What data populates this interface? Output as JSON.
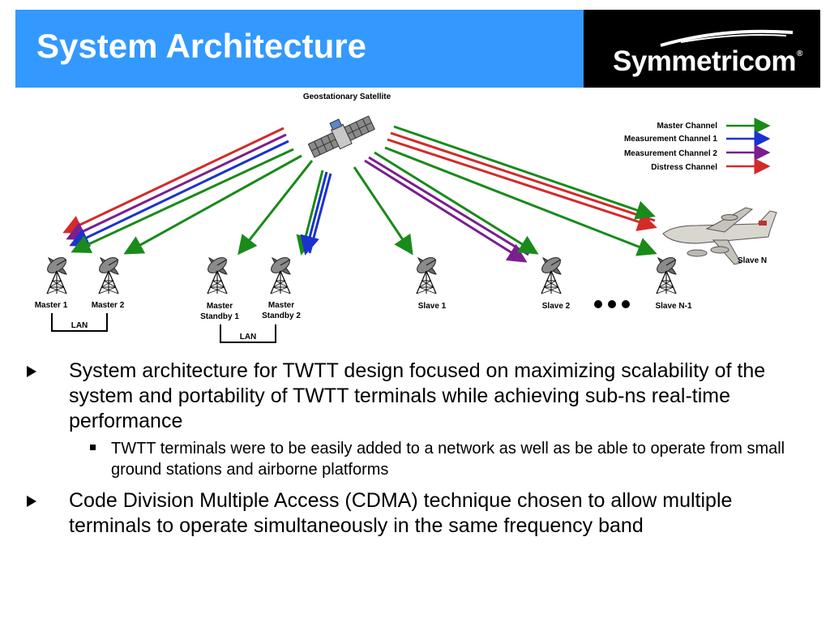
{
  "title": "System Architecture",
  "logo": {
    "text": "Symmetricom",
    "mark": "®"
  },
  "diagram": {
    "satellite_label": "Geostationary Satellite",
    "legend": [
      {
        "label": "Master Channel",
        "color": "#1a8a1a"
      },
      {
        "label": "Measurement Channel 1",
        "color": "#1a33cc"
      },
      {
        "label": "Measurement Channel 2",
        "color": "#7a1f8f"
      },
      {
        "label": "Distress Channel",
        "color": "#d42a2a"
      }
    ],
    "terminals": {
      "master1": "Master 1",
      "master2": "Master 2",
      "standby1_l1": "Master",
      "standby1_l2": "Standby 1",
      "standby2_l1": "Master",
      "standby2_l2": "Standby 2",
      "slave1": "Slave 1",
      "slave2": "Slave 2",
      "slave_n1": "Slave N-1",
      "slave_n": "Slave N"
    },
    "lan_label_1": "LAN",
    "lan_label_2": "LAN"
  },
  "bullets": {
    "b1": "System architecture for TWTT design focused on maximizing scalability of the system and portability of TWTT terminals while achieving sub-ns real-time performance",
    "b1_sub": "TWTT terminals were to be easily added to a network as well as be able to operate from small ground stations and airborne platforms",
    "b2": "Code Division Multiple Access (CDMA) technique chosen to allow multiple terminals to operate simultaneously in the same frequency band"
  }
}
